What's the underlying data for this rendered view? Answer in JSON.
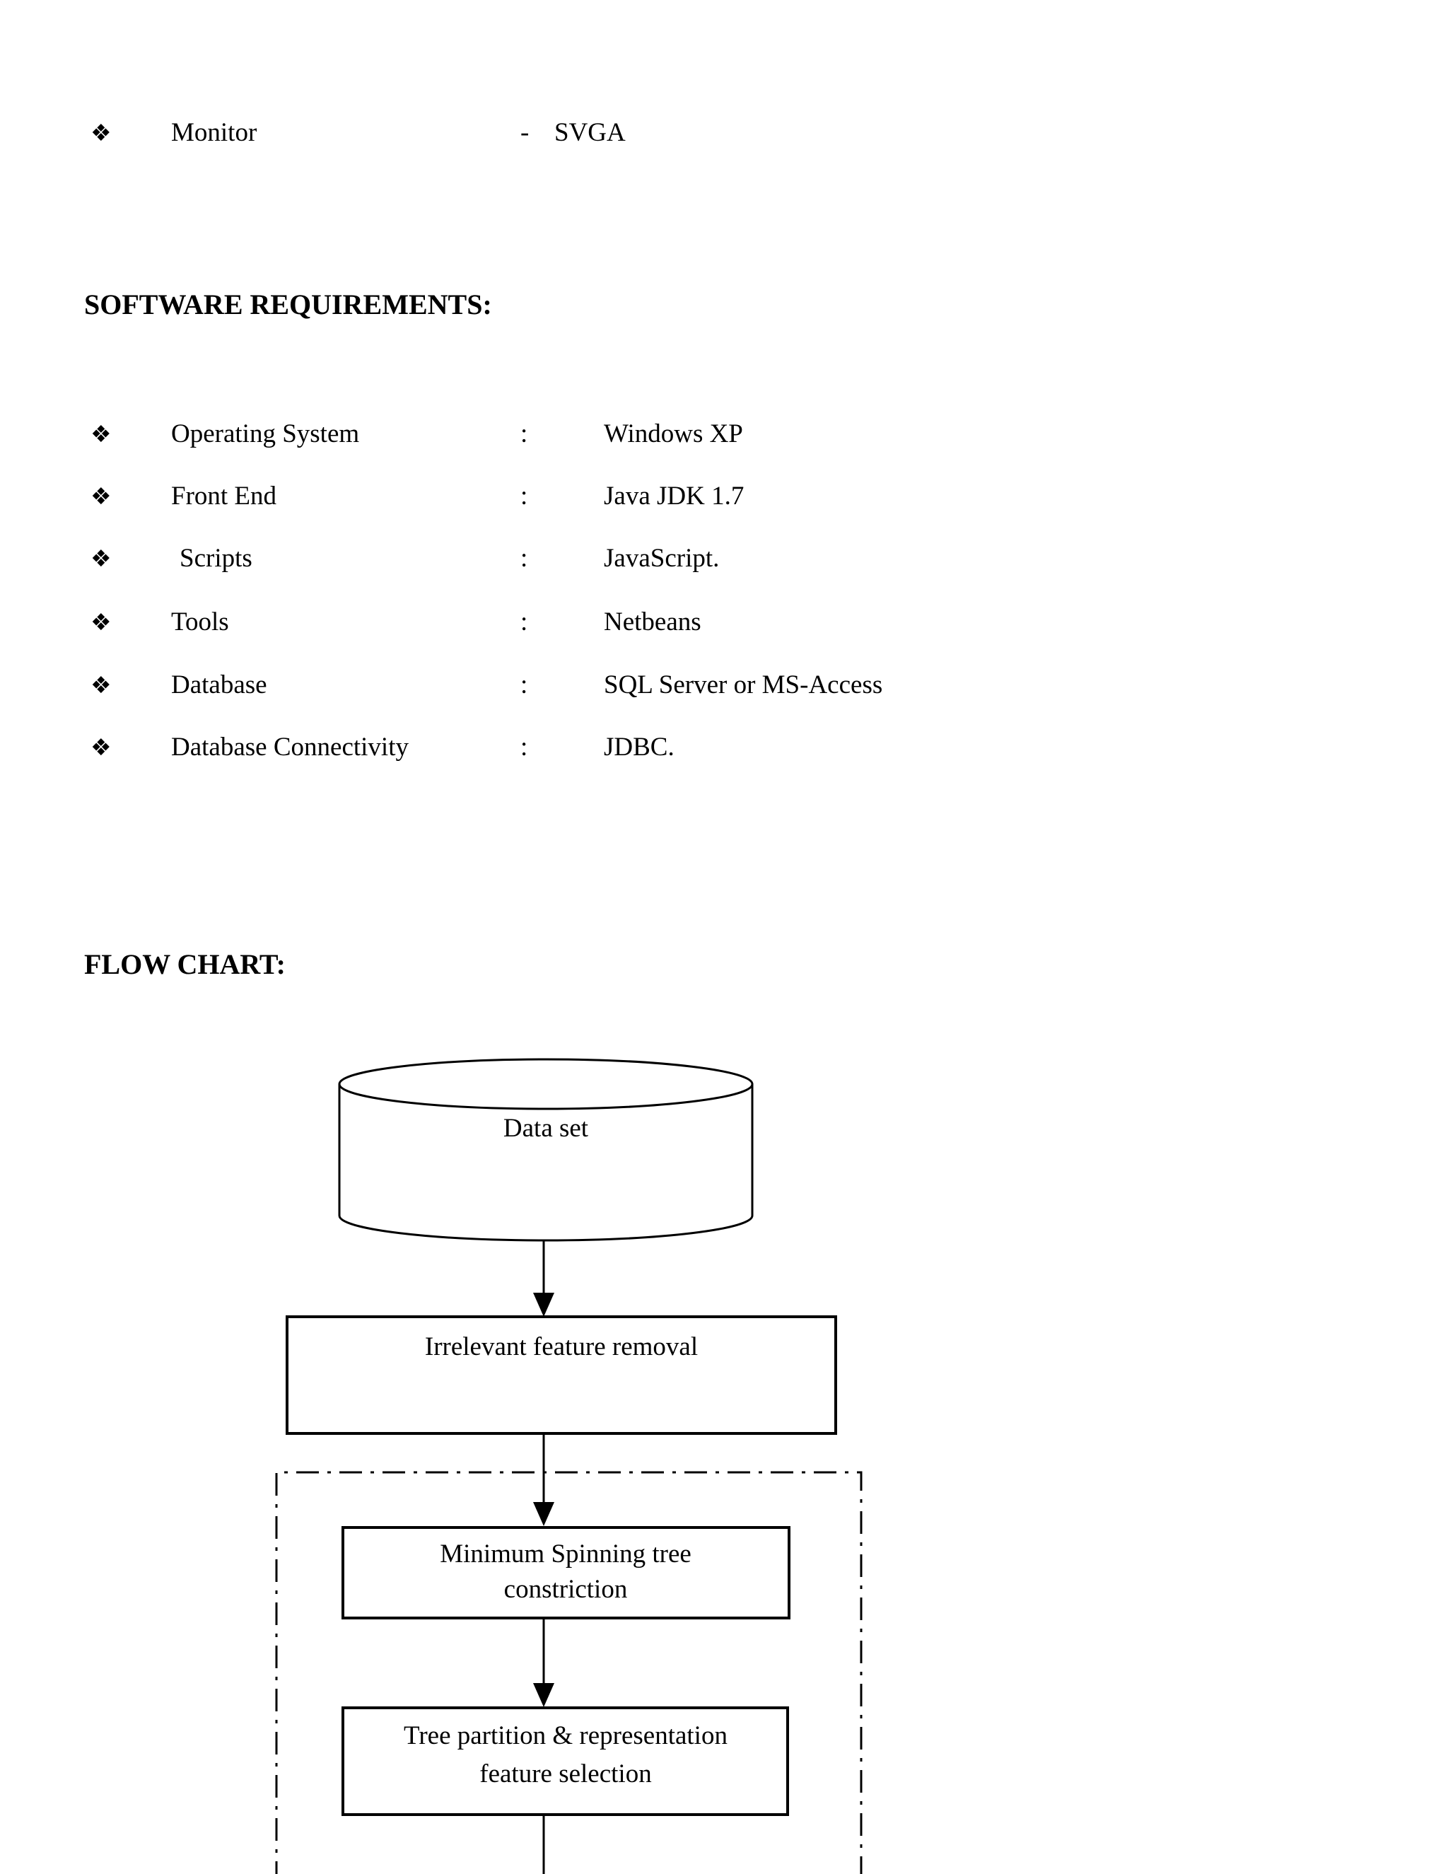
{
  "colors": {
    "ink": "#000000",
    "paper": "#ffffff"
  },
  "icons": {
    "diamond_bullet": "❖"
  },
  "hardware_row": {
    "label": "Monitor",
    "separator": "-",
    "value": "SVGA"
  },
  "software": {
    "heading": "SOFTWARE REQUIREMENTS:",
    "rows": [
      {
        "label": "Operating System",
        "separator": ":",
        "value": "Windows XP"
      },
      {
        "label": "Front End",
        "separator": ":",
        "value": "Java JDK 1.7"
      },
      {
        "label": "Scripts",
        "separator": ":",
        "value": "JavaScript."
      },
      {
        "label": "Tools",
        "separator": ":",
        "value": "Netbeans"
      },
      {
        "label": "Database",
        "separator": ":",
        "value": "SQL Server or MS-Access"
      },
      {
        "label": "Database Connectivity",
        "separator": ":",
        "value": "JDBC."
      }
    ]
  },
  "flowchart": {
    "heading": "FLOW CHART:",
    "nodes": {
      "dataset_label": "Data set",
      "removal_label": "Irrelevant feature removal",
      "mst_line1": "Minimum Spinning tree",
      "mst_line2": "constriction",
      "partition_line1": "Tree partition & representation",
      "partition_line2": "feature selection"
    }
  }
}
